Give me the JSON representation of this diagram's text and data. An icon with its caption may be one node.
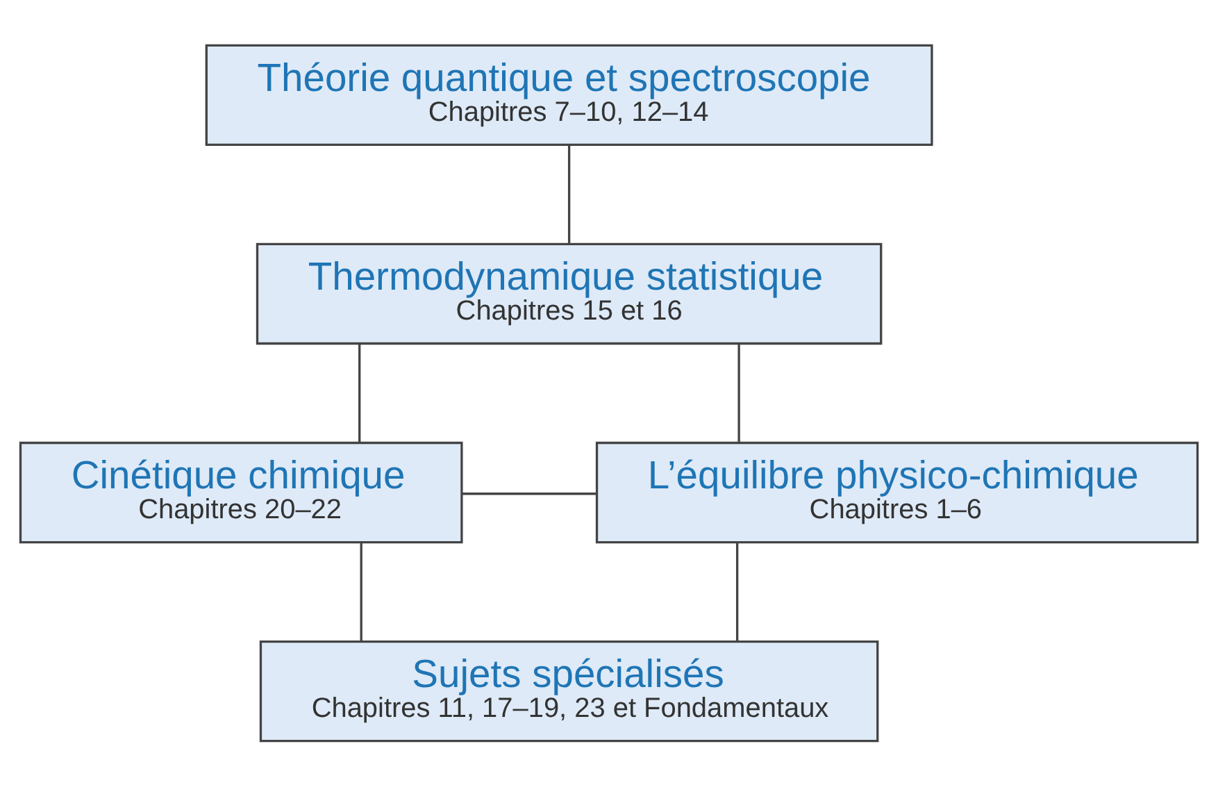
{
  "diagram": {
    "nodes": [
      {
        "text": [
          "Théorie quantique et spectroscopie",
          "Chapitres 7–10, 12–14"
        ]
      },
      {
        "text": [
          "Thermodynamique statistique",
          "Chapitres 15 et 16"
        ]
      },
      {
        "text": [
          "Cinétique chimique",
          "Chapitres 20–22"
        ]
      },
      {
        "text": [
          "L’équilibre physico-chimique",
          "Chapitres 1–6"
        ]
      },
      {
        "text": [
          "Sujets spécialisés",
          "Chapitres 11, 17–19, 23 et Fondamentaux"
        ]
      }
    ],
    "edges": [
      {
        "from": 0,
        "to": 1,
        "arrow": "none"
      },
      {
        "from": 1,
        "to": 2,
        "arrow": "none"
      },
      {
        "from": 1,
        "to": 3,
        "arrow": "none"
      },
      {
        "from": 2,
        "to": 3,
        "arrow": "none"
      },
      {
        "from": 2,
        "to": 4,
        "arrow": "none"
      },
      {
        "from": 3,
        "to": 4,
        "arrow": "none"
      }
    ]
  }
}
